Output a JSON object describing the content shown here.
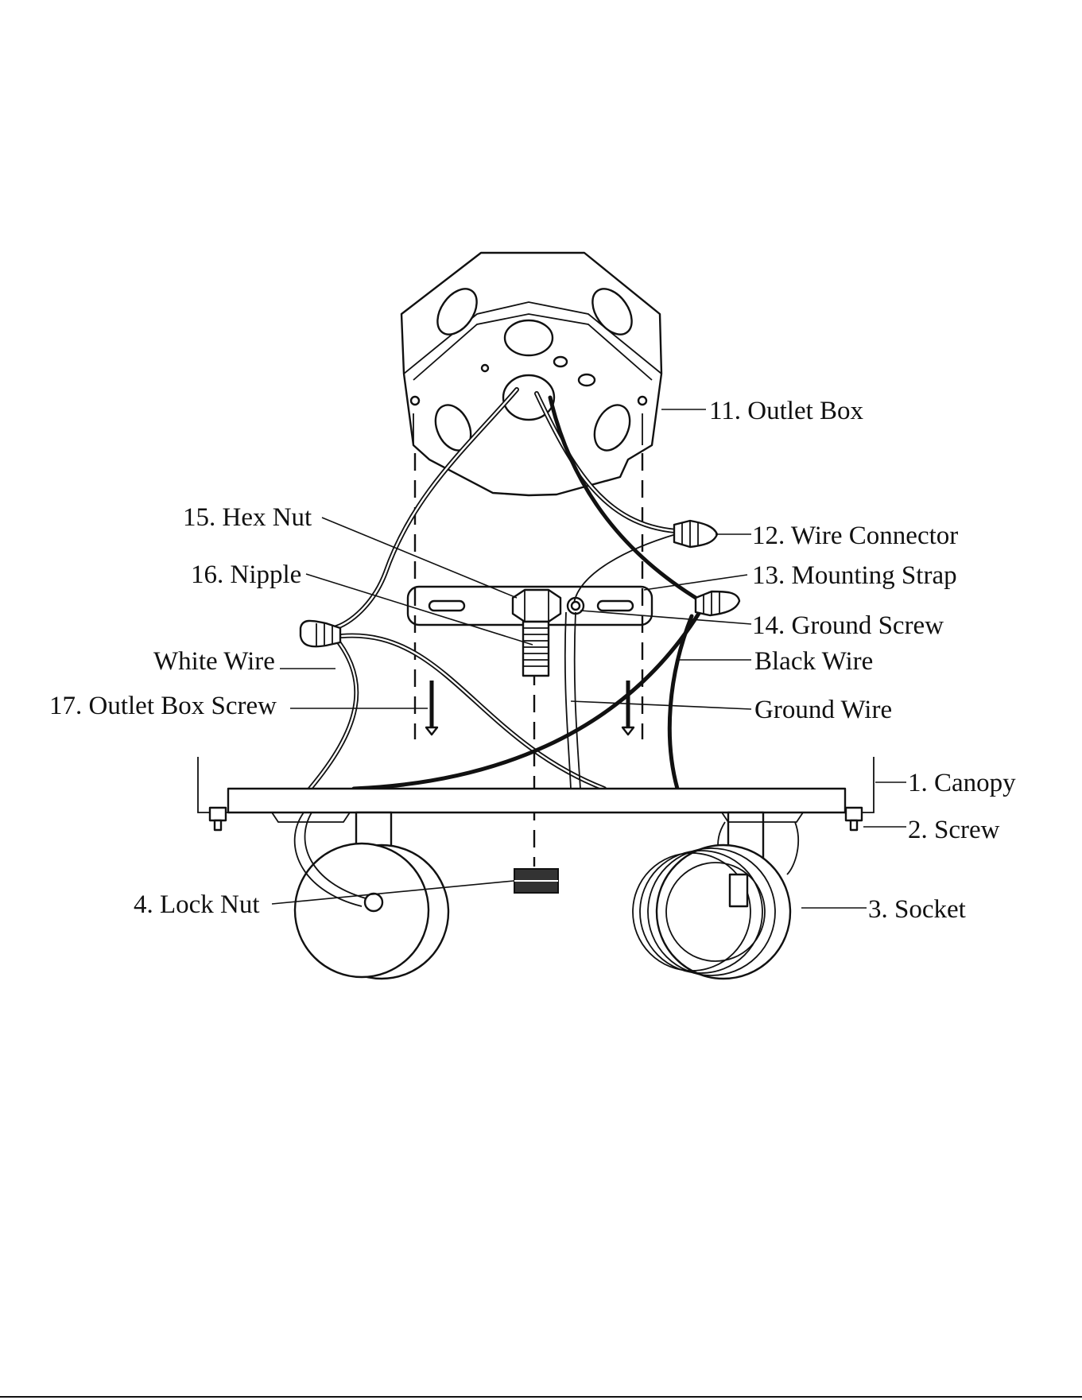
{
  "labels": {
    "outlet_box": "11. Outlet Box",
    "wire_connector": "12. Wire Connector",
    "hex_nut": "15. Hex Nut",
    "mounting_strap": "13. Mounting Strap",
    "nipple": "16. Nipple",
    "ground_screw": "14. Ground Screw",
    "white_wire": "White Wire",
    "black_wire": "Black Wire",
    "outlet_box_screw": "17. Outlet Box Screw",
    "ground_wire": "Ground Wire",
    "canopy": "1. Canopy",
    "screw": "2. Screw",
    "lock_nut": "4. Lock Nut",
    "socket": "3. Socket"
  }
}
